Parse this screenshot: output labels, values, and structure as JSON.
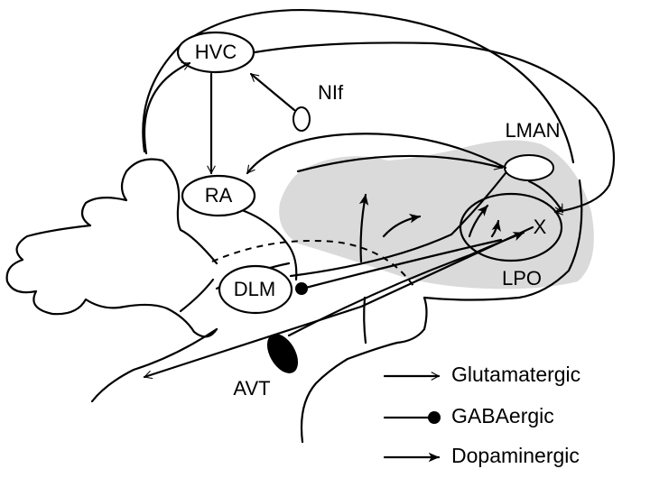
{
  "colors": {
    "ink": "#000000",
    "background": "#ffffff",
    "lpo_region_fill": "#dadada"
  },
  "nodes": {
    "hvc": "HVC",
    "nif": "NIf",
    "lman": "LMAN",
    "ra": "RA",
    "x": "X",
    "lpo": "LPO",
    "dlm": "DLM",
    "avt": "AVT"
  },
  "legend": {
    "glutamatergic": "Glutamatergic",
    "gabaergic": "GABAergic",
    "dopaminergic": "Dopaminergic"
  }
}
